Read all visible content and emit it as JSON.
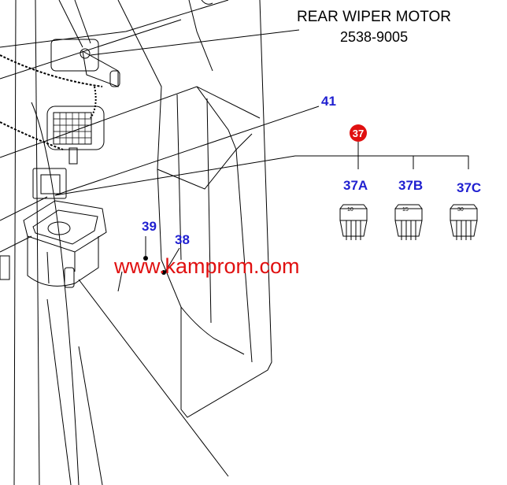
{
  "callouts": {
    "motor_name": "REAR WIPER MOTOR",
    "motor_part": "2538-9005",
    "c41": "41",
    "c37": "37",
    "c37a": "37A",
    "c37b": "37B",
    "c37c": "37C",
    "c39": "39",
    "c38": "38"
  },
  "fuses": {
    "f37a_rating": "10",
    "f37b_rating": "15",
    "f37c_rating": "30"
  },
  "watermark": "www.kamprom.com",
  "colors": {
    "callout_blue": "#1f1fd0",
    "badge_red": "#e01010",
    "watermark_red": "#e01010",
    "line": "#000000"
  }
}
